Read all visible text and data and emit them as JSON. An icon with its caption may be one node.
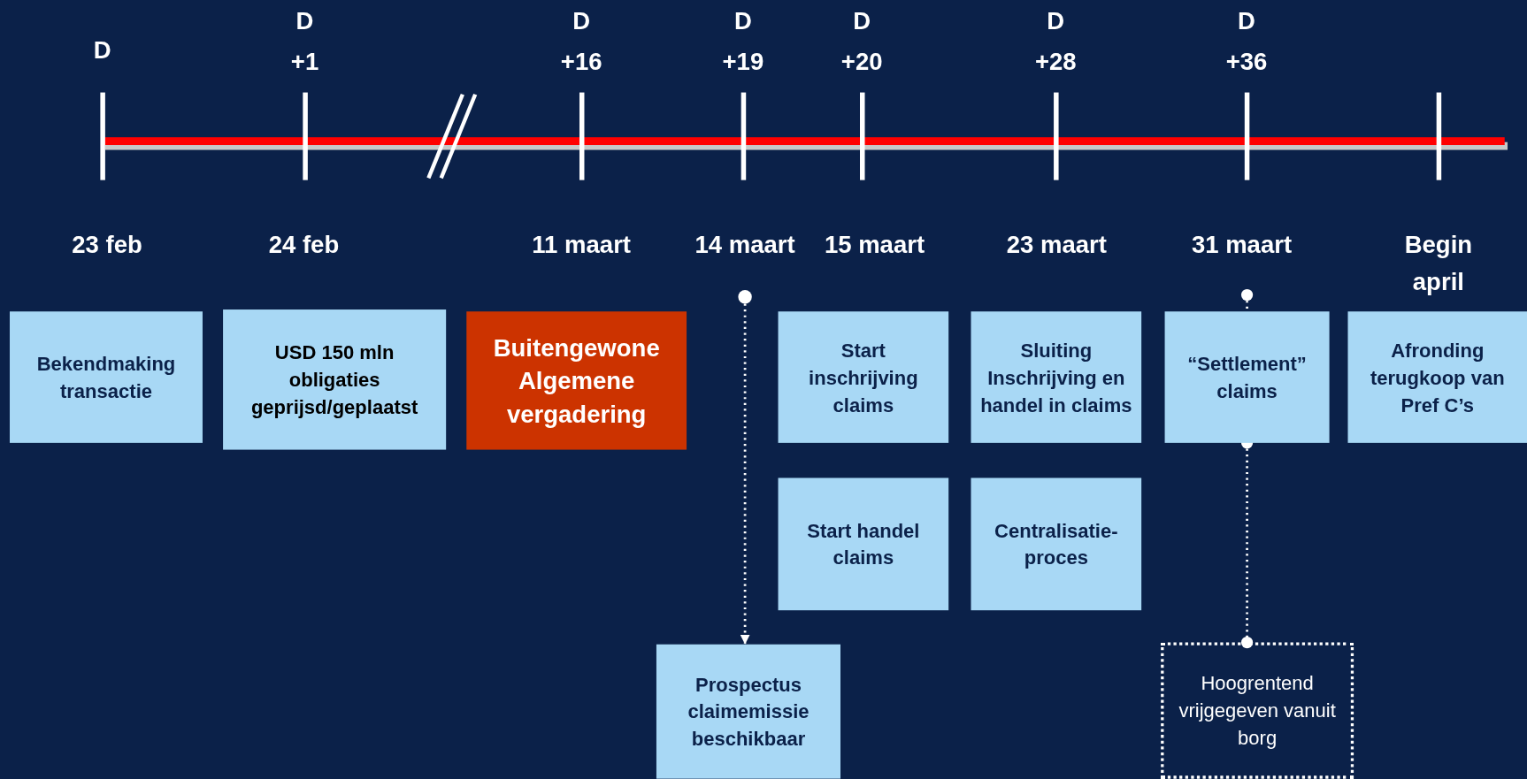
{
  "diagram": {
    "nodes": [
      {
        "text": [
          "Bekendmaking transactie"
        ]
      },
      {
        "text": [
          "USD 150 mln obligaties geprijsd/geplaatst"
        ]
      },
      {
        "text": [
          "Buitengewone Algemene vergadering"
        ]
      },
      {
        "text": [
          "Start inschrijving claims"
        ]
      },
      {
        "text": [
          "Sluiting Inschrijving en handel in claims"
        ]
      },
      {
        "text": [
          "“Settlement” claims"
        ]
      },
      {
        "text": [
          "Afronding terugkoop van Pref C’s"
        ]
      },
      {
        "text": [
          "Start handel claims"
        ]
      },
      {
        "text": [
          "Centralisatie-proces"
        ]
      },
      {
        "text": [
          "Prospectus claimemissie beschikbaar"
        ]
      },
      {
        "text": [
          "Hoogrentend vrijgegeven vanuit borg"
        ]
      },
      {
        "text": [],
        "shape": "circle"
      }
    ],
    "edges": [
      {
        "from": 11,
        "to": 9,
        "arrow": "to",
        "style": "dashed"
      },
      {
        "from": 5,
        "to": 10,
        "arrow": "other",
        "style": "dashed"
      }
    ],
    "labels": [
      "D",
      "D +1",
      "D +16",
      "D +19",
      "D +20",
      "D +28",
      "D +36",
      "23 feb",
      "24 feb",
      "11 maart",
      "14 maart",
      "15 maart",
      "23 maart",
      "31 maart",
      "Begin april"
    ]
  }
}
